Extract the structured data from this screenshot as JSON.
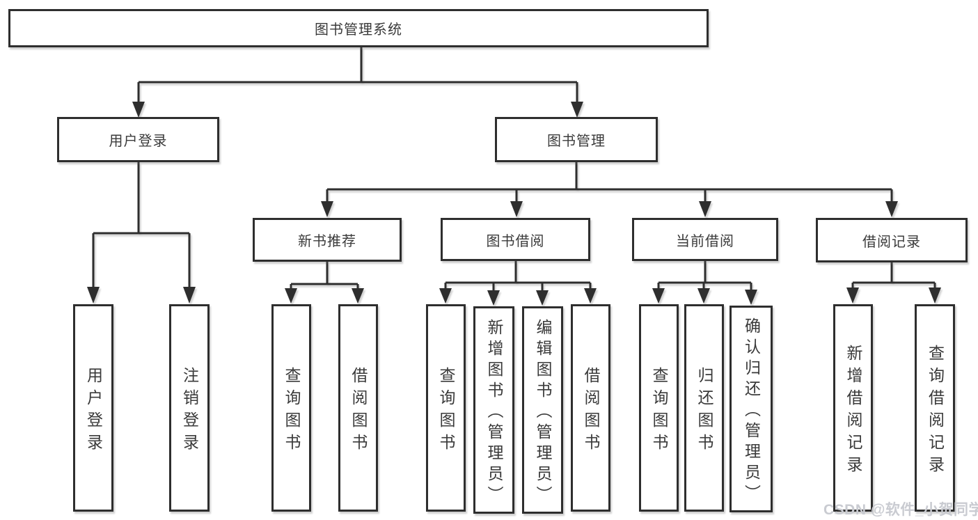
{
  "diagram": {
    "root": {
      "label": "图书管理系统"
    },
    "branches": [
      {
        "label": "用户登录",
        "children": [
          {
            "label": "用户登录"
          },
          {
            "label": "注销登录"
          }
        ]
      },
      {
        "label": "图书管理",
        "children": [
          {
            "label": "新书推荐",
            "children": [
              {
                "label": "查询图书"
              },
              {
                "label": "借阅图书"
              }
            ]
          },
          {
            "label": "图书借阅",
            "children": [
              {
                "label": "查询图书"
              },
              {
                "label": "新增图书（管理员）"
              },
              {
                "label": "编辑图书（管理员）"
              },
              {
                "label": "借阅图书"
              }
            ]
          },
          {
            "label": "当前借阅",
            "children": [
              {
                "label": "查询图书"
              },
              {
                "label": "归还图书"
              },
              {
                "label": "确认归还（管理员）"
              }
            ]
          },
          {
            "label": "借阅记录",
            "children": [
              {
                "label": "新增借阅记录"
              },
              {
                "label": "查询借阅记录"
              }
            ]
          }
        ]
      }
    ]
  },
  "watermark": {
    "text": "CSDN @软件_小贺同学"
  },
  "colors": {
    "line": "#2e2e2e",
    "text": "#3a3a3a",
    "background": "#ffffff",
    "watermark": "#c9cbd1"
  }
}
